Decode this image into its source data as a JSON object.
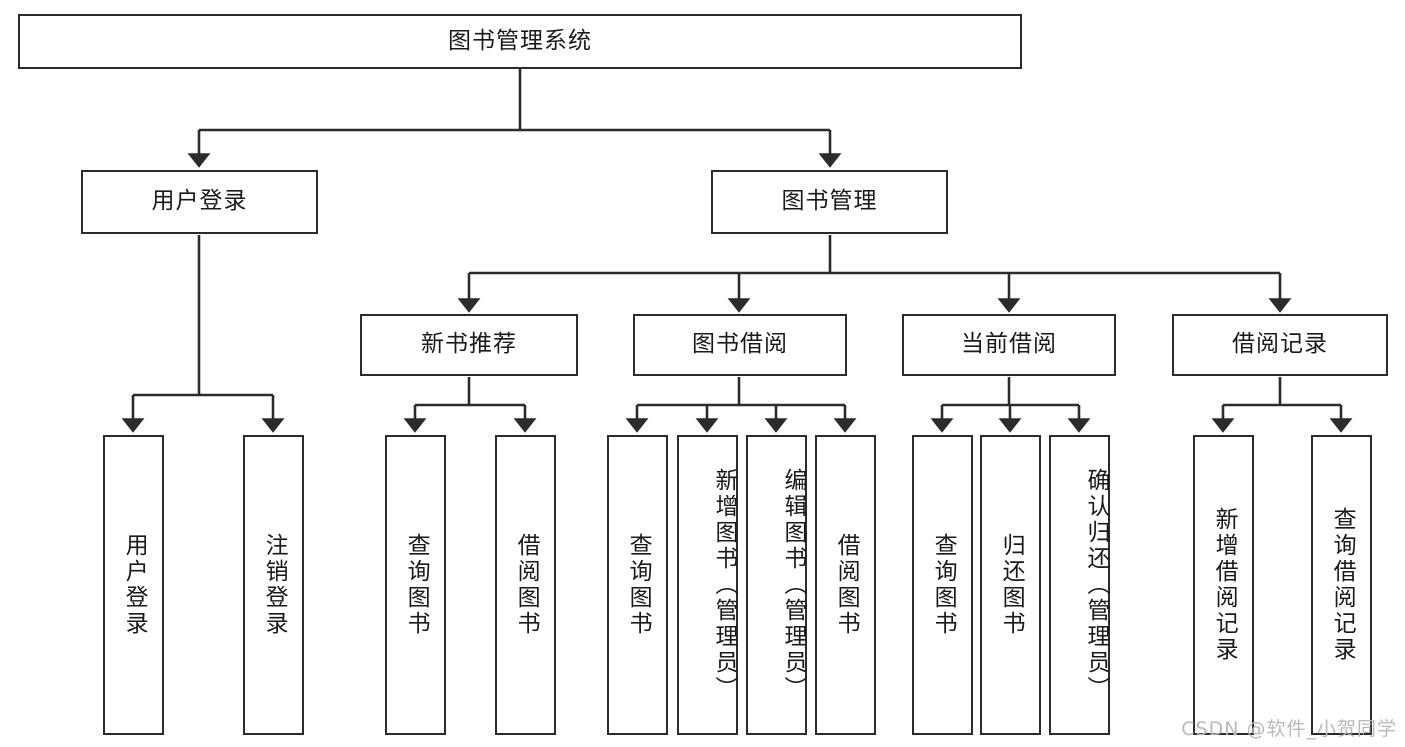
{
  "diagram": {
    "type": "tree-hierarchy",
    "title": "图书管理系统",
    "watermark": "CSDN @软件_小贺同学",
    "colors": {
      "box_border": "#2b2b2b",
      "box_fill": "#ffffff",
      "connector": "#2b2b2b",
      "text": "#1a1a1a",
      "watermark": "#b9b9b9"
    },
    "nodes": {
      "root": {
        "label": "图书管理系统"
      },
      "level2": [
        {
          "id": "user-login",
          "label": "用户登录"
        },
        {
          "id": "book-management",
          "label": "图书管理"
        }
      ],
      "level3": [
        {
          "id": "new-book-recommend",
          "label": "新书推荐"
        },
        {
          "id": "book-borrow",
          "label": "图书借阅"
        },
        {
          "id": "current-borrow",
          "label": "当前借阅"
        },
        {
          "id": "borrow-record",
          "label": "借阅记录"
        }
      ],
      "leaves": {
        "user-login": [
          {
            "id": "leaf-user-login",
            "label": "用户登录"
          },
          {
            "id": "leaf-user-logout",
            "label": "注销登录"
          }
        ],
        "new-book-recommend": [
          {
            "id": "leaf-query-book-1",
            "label": "查询图书"
          },
          {
            "id": "leaf-borrow-book-1",
            "label": "借阅图书"
          }
        ],
        "book-borrow": [
          {
            "id": "leaf-query-book-2",
            "label": "查询图书"
          },
          {
            "id": "leaf-add-book-admin",
            "label": "新增图书（管理员）"
          },
          {
            "id": "leaf-edit-book-admin",
            "label": "编辑图书（管理员）"
          },
          {
            "id": "leaf-borrow-book-2",
            "label": "借阅图书"
          }
        ],
        "current-borrow": [
          {
            "id": "leaf-query-book-3",
            "label": "查询图书"
          },
          {
            "id": "leaf-return-book",
            "label": "归还图书"
          },
          {
            "id": "leaf-confirm-return-admin",
            "label": "确认归还（管理员）"
          }
        ],
        "borrow-record": [
          {
            "id": "leaf-add-borrow-record",
            "label": "新增借阅记录"
          },
          {
            "id": "leaf-query-borrow-record",
            "label": "查询借阅记录"
          }
        ]
      }
    }
  }
}
